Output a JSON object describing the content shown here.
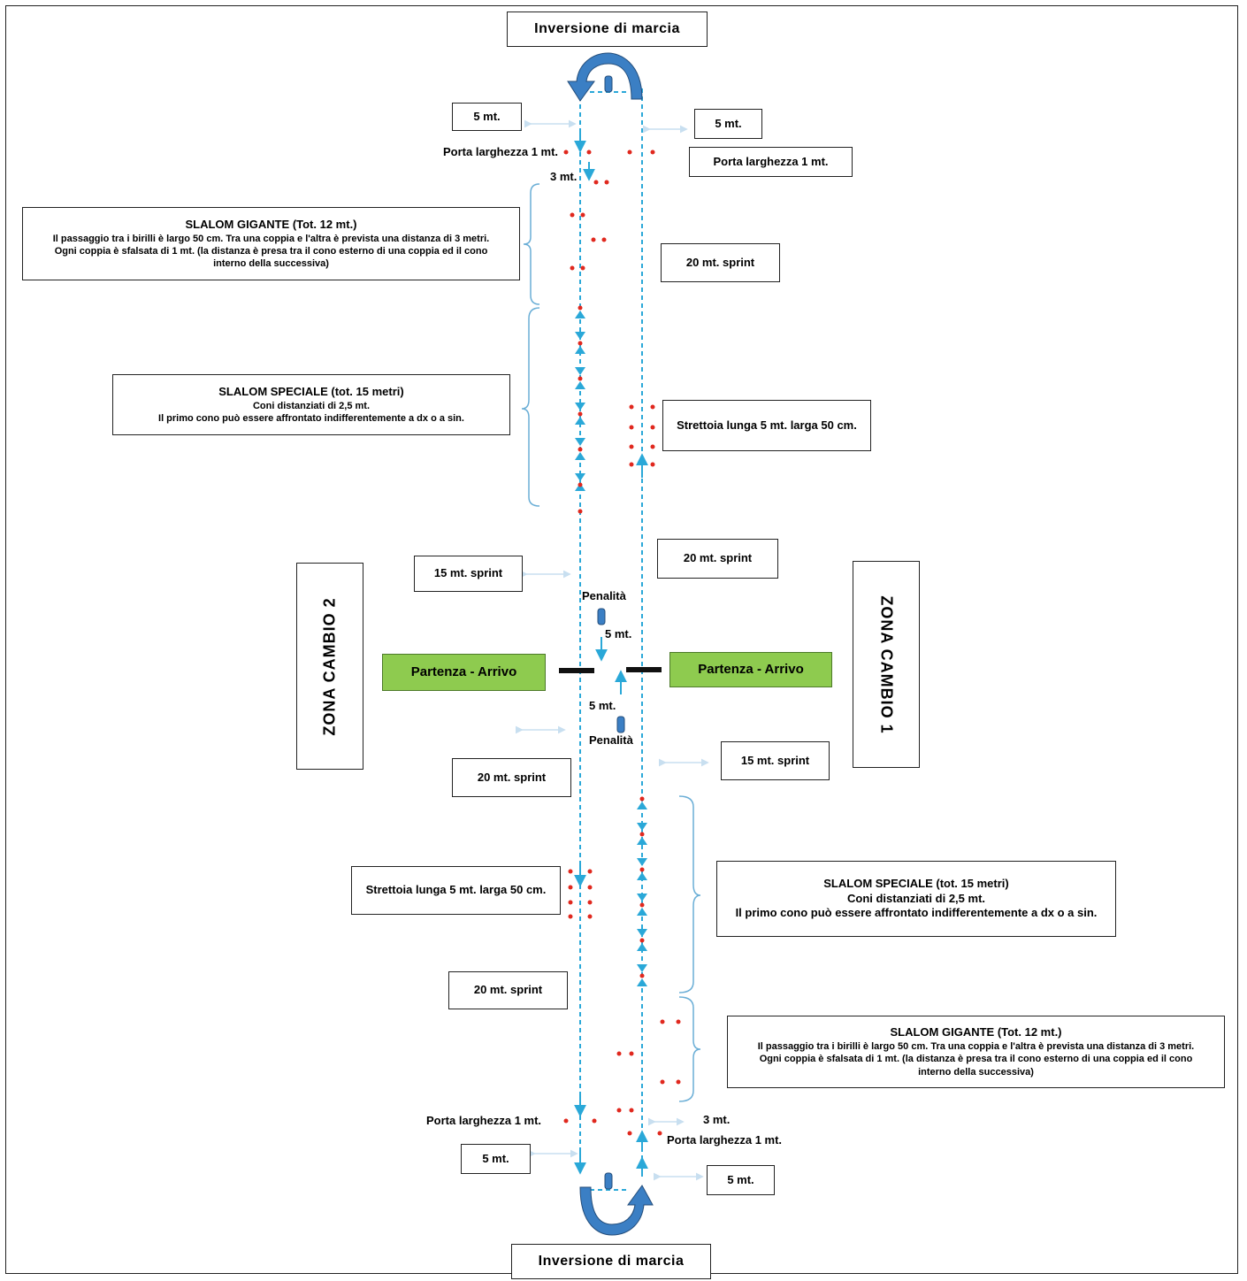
{
  "top": {
    "inversion": "Inversione di marcia",
    "five_left": "5 mt.",
    "five_right": "5 mt.",
    "gate_left": "Porta larghezza 1 mt.",
    "gate_right": "Porta larghezza 1 mt.",
    "three": "3 mt.",
    "gs_title": "SLALOM GIGANTE (Tot. 12 mt.)",
    "gs_line1": "Il passaggio tra i birilli è largo 50 cm. Tra una coppia e l'altra è prevista una distanza di 3 metri.",
    "gs_line2": "Ogni coppia è sfalsata di 1 mt. (la distanza è presa tra il cono esterno di una coppia ed il cono",
    "gs_line3": "interno della successiva)",
    "sprint20_a": "20 mt. sprint",
    "ss_title": "SLALOM SPECIALE (tot. 15 metri)",
    "ss_line1": "Coni distanziati di 2,5 mt.",
    "ss_line2": "Il primo cono può essere affrontato indifferentemente a dx o a sin.",
    "narrow": "Strettoia lunga 5 mt. larga 50 cm."
  },
  "middle": {
    "sprint15_left": "15 mt. sprint",
    "sprint20_right": "20 mt. sprint",
    "penalty_top": "Penalità",
    "five_top": "5 mt.",
    "start_left": "Partenza - Arrivo",
    "start_right": "Partenza - Arrivo",
    "five_bottom": "5 mt.",
    "penalty_bottom": "Penalità",
    "zone2": "ZONA CAMBIO 2",
    "zone1": "ZONA CAMBIO 1",
    "sprint20_left": "20 mt. sprint",
    "sprint15_right": "15 mt. sprint"
  },
  "bottom": {
    "narrow": "Strettoia lunga 5 mt. larga 50 cm.",
    "ss_title": "SLALOM SPECIALE (tot. 15 metri)",
    "ss_line1": "Coni distanziati di 2,5 mt.",
    "ss_line2": "Il primo cono può essere affrontato indifferentemente a dx o a sin.",
    "sprint20": "20 mt. sprint",
    "gs_title": "SLALOM GIGANTE (Tot. 12 mt.)",
    "gs_line1": "Il passaggio tra i birilli è largo 50 cm. Tra una coppia e l'altra è prevista una distanza di 3 metri.",
    "gs_line2": "Ogni coppia è sfalsata di 1 mt. (la distanza è presa tra il cono esterno di una coppia ed il cono",
    "gs_line3": "interno della successiva)",
    "gate_left": "Porta larghezza 1 mt.",
    "three": "3 mt.",
    "gate_right": "Porta larghezza 1 mt.",
    "five_left": "5 mt.",
    "five_right": "5 mt.",
    "inversion": "Inversione di marcia"
  },
  "colors": {
    "track": "#2aa8d8",
    "cone": "#e0281e",
    "arrow_turn": "#3b7fc4",
    "bracket": "#6aaed6",
    "green": "#8ecb4f"
  }
}
